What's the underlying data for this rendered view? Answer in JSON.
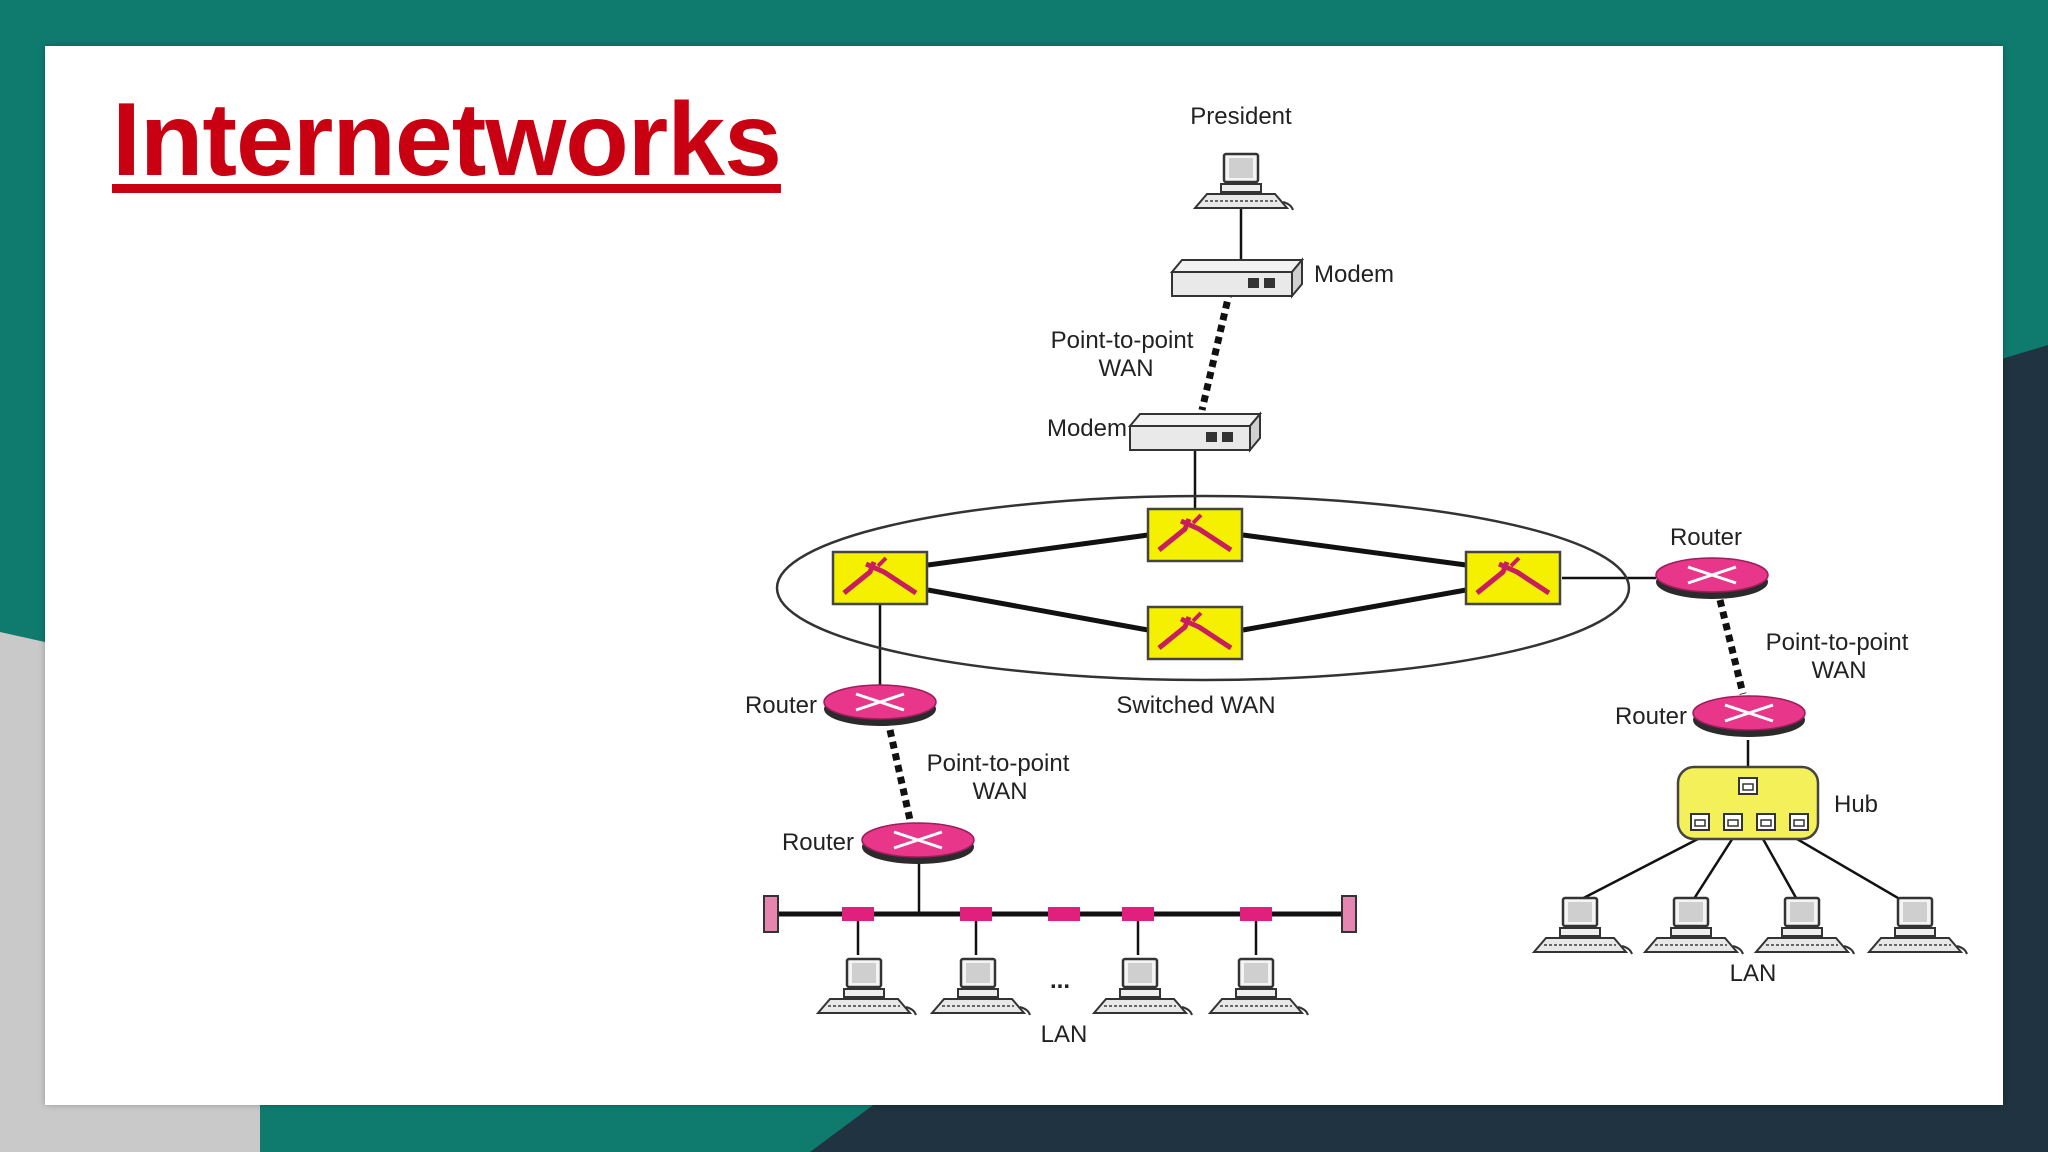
{
  "slide": {
    "title": "Internetworks"
  },
  "colors": {
    "background_teal": "#0f7a6e",
    "background_dark": "#1f3440",
    "title_red": "#c90012",
    "switch_yellow": "#f5f000",
    "router_magenta": "#e8368a",
    "hub_yellow": "#f4f05a"
  },
  "diagram": {
    "top": {
      "president_label": "President",
      "modem_upper_label": "Modem",
      "p2p_line1": "Point-to-point",
      "p2p_line2": "WAN",
      "modem_lower_label": "Modem"
    },
    "switched_wan_label": "Switched WAN",
    "left_branch": {
      "router_upper_label": "Router",
      "p2p_line1": "Point-to-point",
      "p2p_line2": "WAN",
      "router_lower_label": "Router",
      "ellipsis": "...",
      "lan_label": "LAN"
    },
    "right_branch": {
      "router_upper_label": "Router",
      "p2p_line1": "Point-to-point",
      "p2p_line2": "WAN",
      "router_lower_label": "Router",
      "hub_label": "Hub",
      "lan_label": "LAN"
    }
  }
}
